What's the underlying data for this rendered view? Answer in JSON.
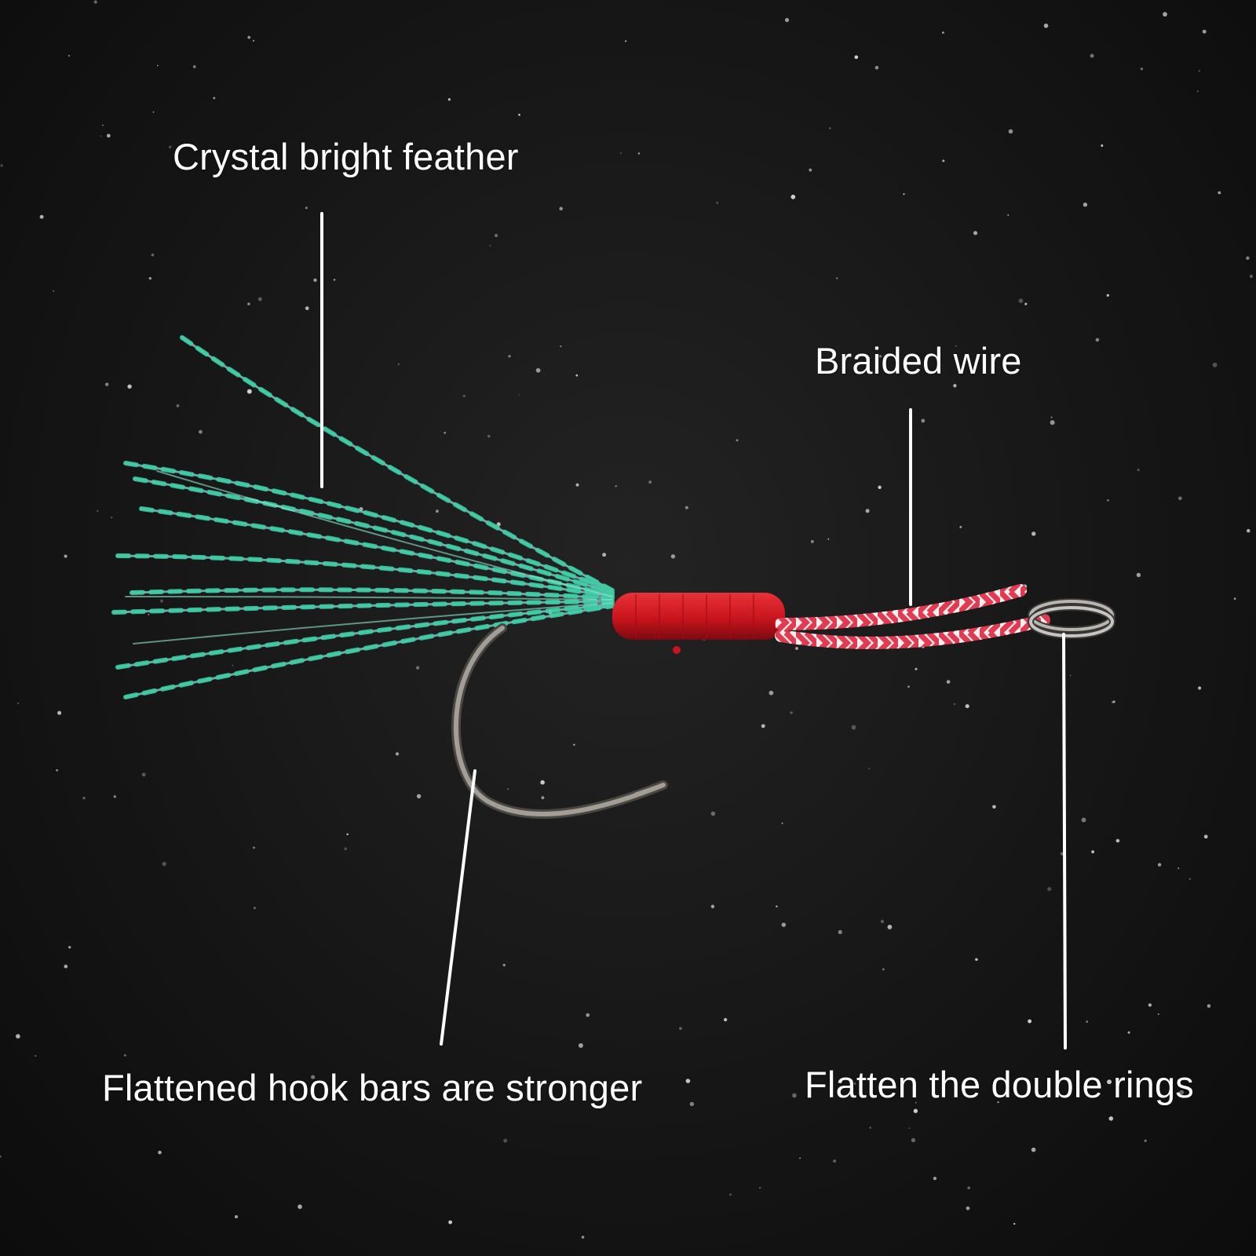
{
  "callouts": {
    "feather": "Crystal bright feather",
    "braided_wire": "Braided wire",
    "hook_bars": "Flattened hook bars are stronger",
    "double_rings": "Flatten the double rings"
  },
  "colors": {
    "background": "#161616",
    "feather": "#5fd6b8",
    "binding": "#d11a22",
    "braid_red": "#e23a50",
    "braid_white": "#f4f0f0",
    "hook": "#8a8580",
    "leader_line": "#ffffff",
    "label": "#ffffff"
  }
}
